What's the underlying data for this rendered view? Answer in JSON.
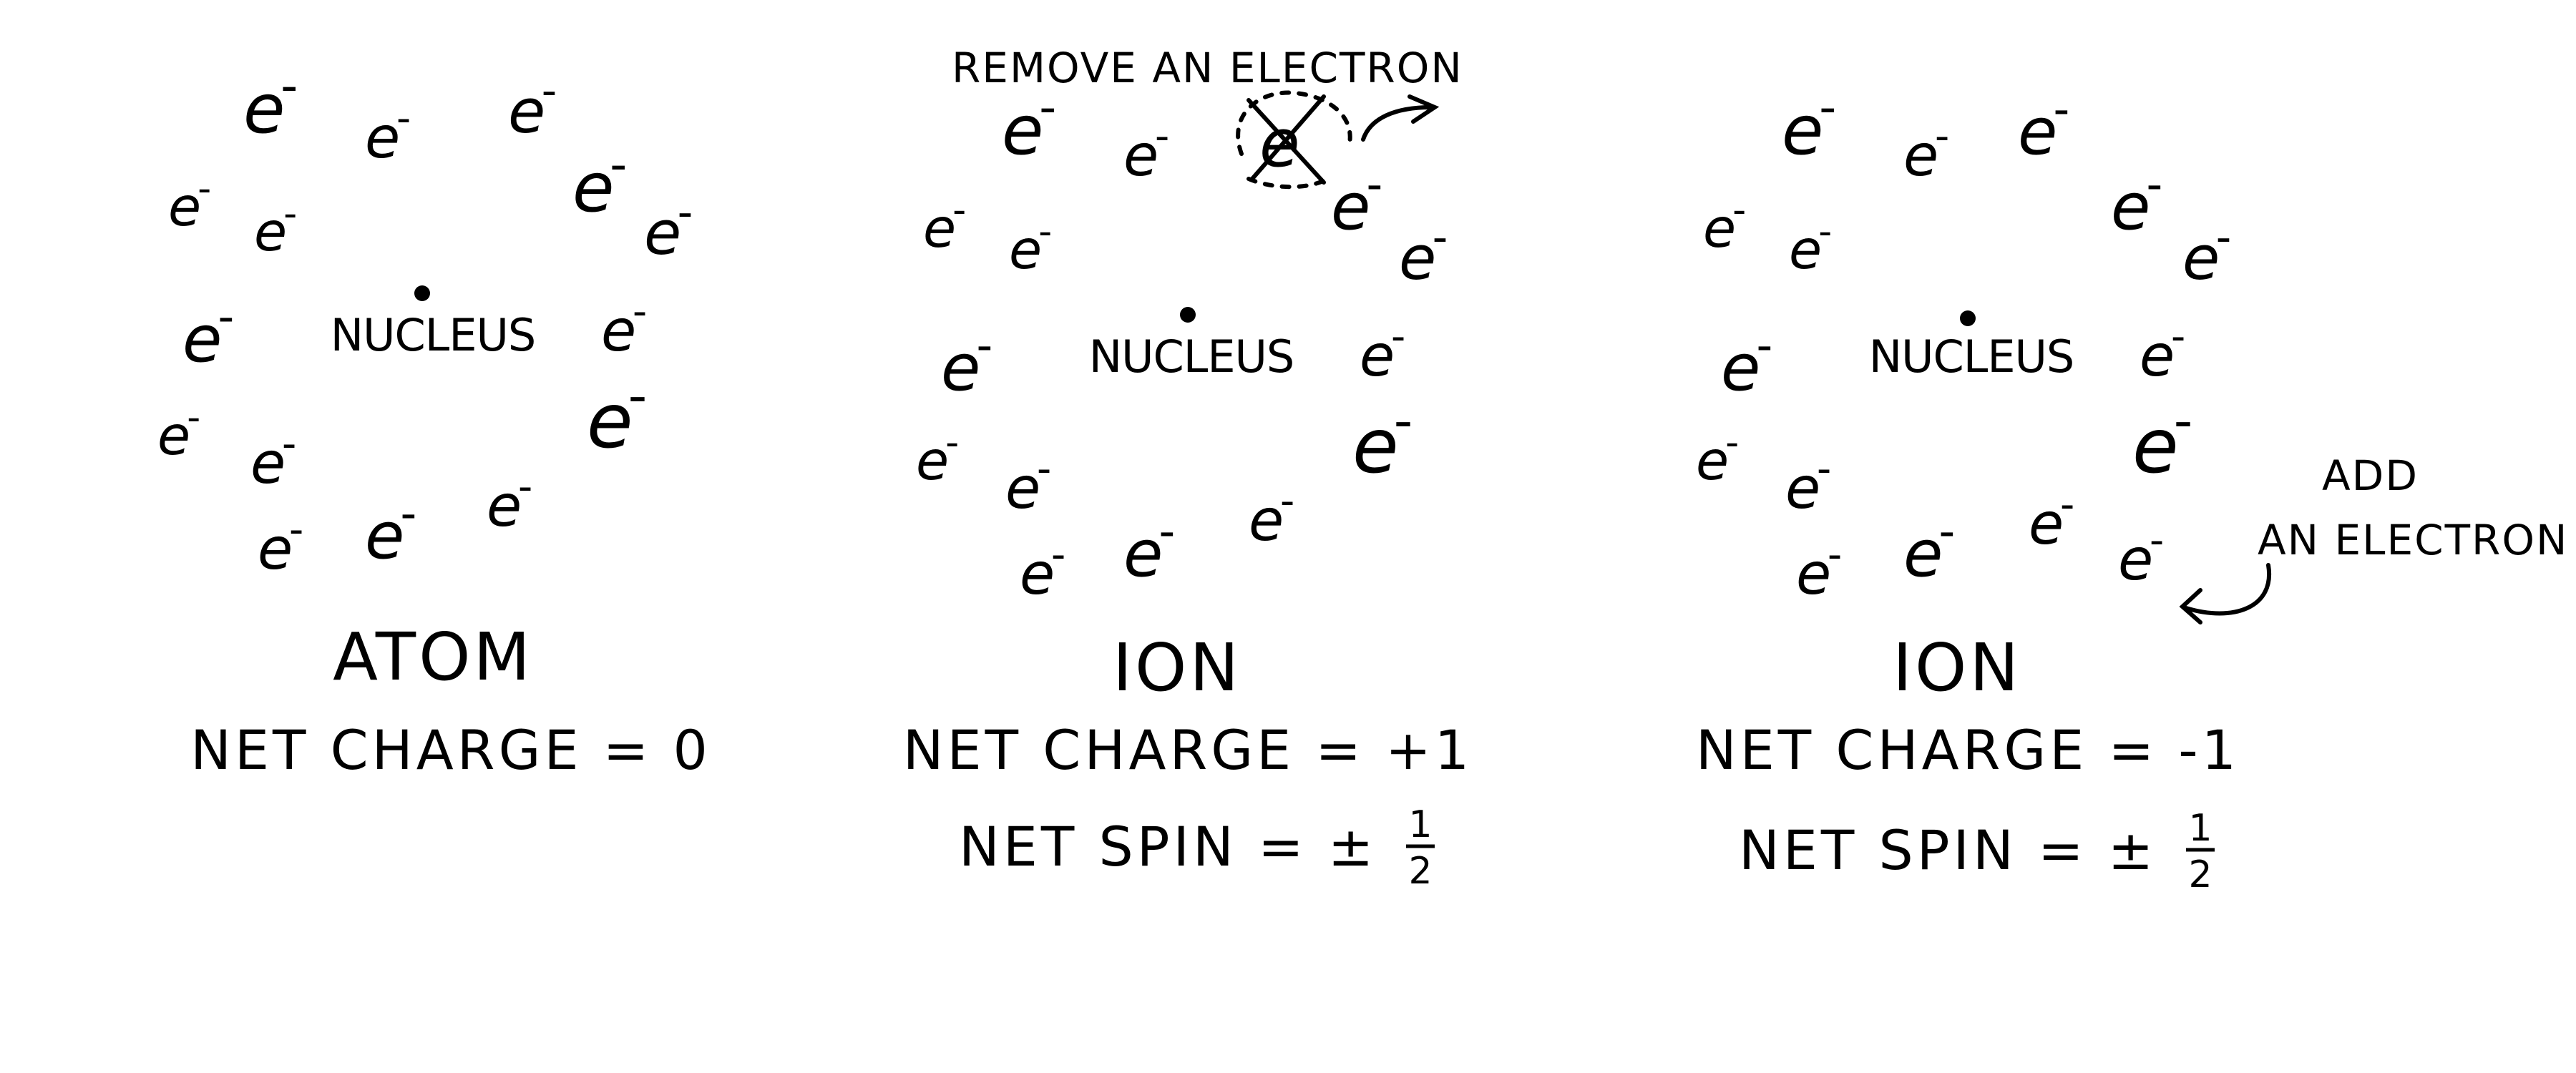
{
  "diagrams": [
    {
      "electron_label": "e",
      "electron_charge": "-",
      "nucleus_label": "NUCLEUS",
      "title": "ATOM",
      "net_charge": "NET CHARGE = 0"
    },
    {
      "electron_label": "e",
      "electron_charge": "-",
      "nucleus_label": "NUCLEUS",
      "title": "ION",
      "net_charge": "NET CHARGE = +1",
      "net_spin": "NET SPIN = ±",
      "spin_numerator": "1",
      "spin_denominator": "2",
      "annotation": "REMOVE AN ELECTRON"
    },
    {
      "electron_label": "e",
      "electron_charge": "-",
      "nucleus_label": "NUCLEUS",
      "title": "ION",
      "net_charge": "NET CHARGE = -1",
      "net_spin": "NET SPIN = ±",
      "spin_numerator": "1",
      "spin_denominator": "2",
      "annotation_line1": "ADD",
      "annotation_line2": "AN ELECTRON"
    }
  ]
}
